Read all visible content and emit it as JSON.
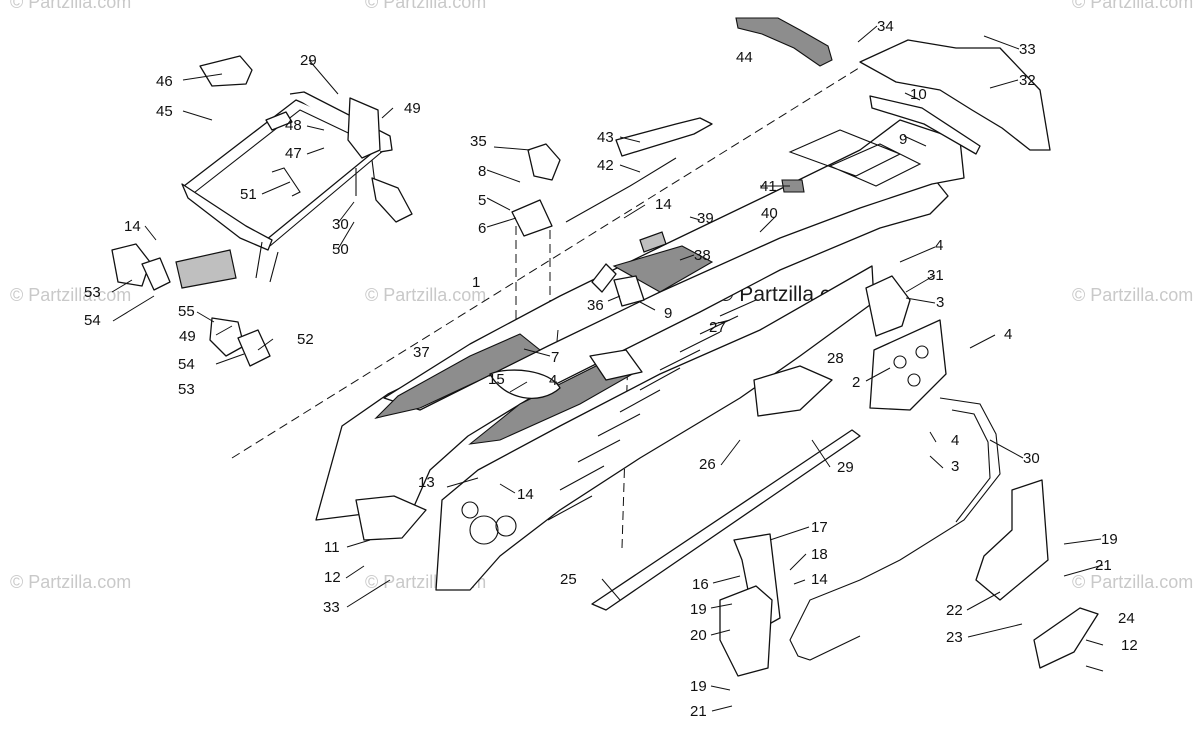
{
  "watermark": "© Partzilla.com",
  "watermark_center": "© Partzilla.com",
  "callouts": [
    {
      "id": "c1",
      "text": "1"
    },
    {
      "id": "c2",
      "text": "2"
    },
    {
      "id": "c3a",
      "text": "3"
    },
    {
      "id": "c3b",
      "text": "3"
    },
    {
      "id": "c4a",
      "text": "4"
    },
    {
      "id": "c4b",
      "text": "4"
    },
    {
      "id": "c4c",
      "text": "4"
    },
    {
      "id": "c4d",
      "text": "4"
    },
    {
      "id": "c5",
      "text": "5"
    },
    {
      "id": "c6",
      "text": "6"
    },
    {
      "id": "c7",
      "text": "7"
    },
    {
      "id": "c8",
      "text": "8"
    },
    {
      "id": "c9a",
      "text": "9"
    },
    {
      "id": "c9b",
      "text": "9"
    },
    {
      "id": "c10",
      "text": "10"
    },
    {
      "id": "c11",
      "text": "11"
    },
    {
      "id": "c12a",
      "text": "12"
    },
    {
      "id": "c12b",
      "text": "12"
    },
    {
      "id": "c13",
      "text": "13"
    },
    {
      "id": "c14a",
      "text": "14"
    },
    {
      "id": "c14b",
      "text": "14"
    },
    {
      "id": "c14c",
      "text": "14"
    },
    {
      "id": "c14d",
      "text": "14"
    },
    {
      "id": "c15",
      "text": "15"
    },
    {
      "id": "c16",
      "text": "16"
    },
    {
      "id": "c17",
      "text": "17"
    },
    {
      "id": "c18",
      "text": "18"
    },
    {
      "id": "c19a",
      "text": "19"
    },
    {
      "id": "c19b",
      "text": "19"
    },
    {
      "id": "c19c",
      "text": "19"
    },
    {
      "id": "c20",
      "text": "20"
    },
    {
      "id": "c21a",
      "text": "21"
    },
    {
      "id": "c21b",
      "text": "21"
    },
    {
      "id": "c22",
      "text": "22"
    },
    {
      "id": "c23",
      "text": "23"
    },
    {
      "id": "c24",
      "text": "24"
    },
    {
      "id": "c25",
      "text": "25"
    },
    {
      "id": "c26",
      "text": "26"
    },
    {
      "id": "c27",
      "text": "27"
    },
    {
      "id": "c28",
      "text": "28"
    },
    {
      "id": "c29a",
      "text": "29"
    },
    {
      "id": "c29b",
      "text": "29"
    },
    {
      "id": "c30a",
      "text": "30"
    },
    {
      "id": "c30b",
      "text": "30"
    },
    {
      "id": "c31",
      "text": "31"
    },
    {
      "id": "c32",
      "text": "32"
    },
    {
      "id": "c33a",
      "text": "33"
    },
    {
      "id": "c33b",
      "text": "33"
    },
    {
      "id": "c34",
      "text": "34"
    },
    {
      "id": "c35",
      "text": "35"
    },
    {
      "id": "c36",
      "text": "36"
    },
    {
      "id": "c37",
      "text": "37"
    },
    {
      "id": "c38",
      "text": "38"
    },
    {
      "id": "c39",
      "text": "39"
    },
    {
      "id": "c40",
      "text": "40"
    },
    {
      "id": "c41",
      "text": "41"
    },
    {
      "id": "c42",
      "text": "42"
    },
    {
      "id": "c43",
      "text": "43"
    },
    {
      "id": "c44",
      "text": "44"
    },
    {
      "id": "c45",
      "text": "45"
    },
    {
      "id": "c46",
      "text": "46"
    },
    {
      "id": "c47",
      "text": "47"
    },
    {
      "id": "c48",
      "text": "48"
    },
    {
      "id": "c49a",
      "text": "49"
    },
    {
      "id": "c49b",
      "text": "49"
    },
    {
      "id": "c50",
      "text": "50"
    },
    {
      "id": "c51",
      "text": "51"
    },
    {
      "id": "c52",
      "text": "52"
    },
    {
      "id": "c53a",
      "text": "53"
    },
    {
      "id": "c53b",
      "text": "53"
    },
    {
      "id": "c54a",
      "text": "54"
    },
    {
      "id": "c54b",
      "text": "54"
    },
    {
      "id": "c55",
      "text": "55"
    }
  ]
}
